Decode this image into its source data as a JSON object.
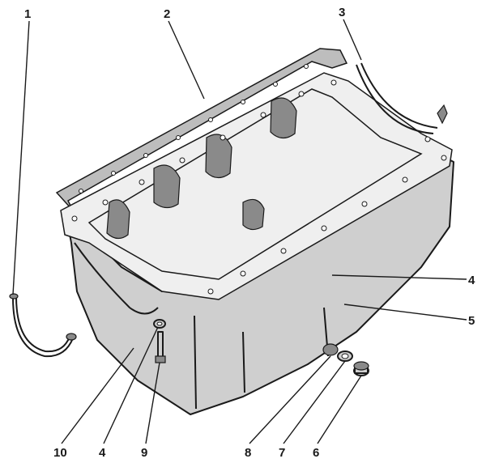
{
  "diagram": {
    "callouts": [
      {
        "id": "c1",
        "text": "1"
      },
      {
        "id": "c2",
        "text": "2"
      },
      {
        "id": "c3",
        "text": "3"
      },
      {
        "id": "c4a",
        "text": "4"
      },
      {
        "id": "c5",
        "text": "5"
      },
      {
        "id": "c6",
        "text": "6"
      },
      {
        "id": "c7",
        "text": "7"
      },
      {
        "id": "c8",
        "text": "8"
      },
      {
        "id": "c9",
        "text": "9"
      },
      {
        "id": "c4b",
        "text": "4"
      },
      {
        "id": "c10",
        "text": "10"
      }
    ]
  }
}
